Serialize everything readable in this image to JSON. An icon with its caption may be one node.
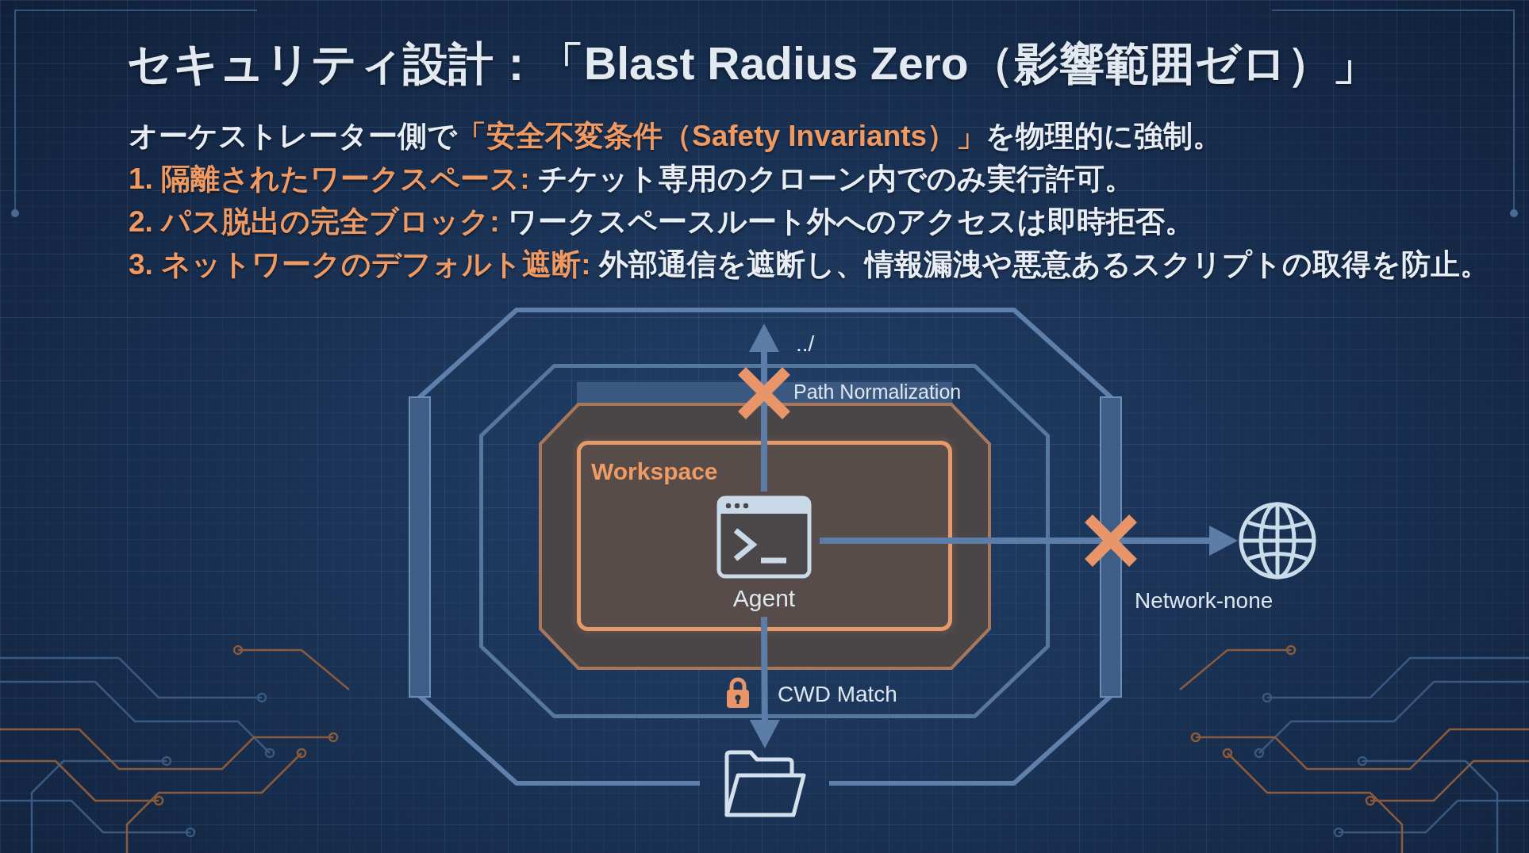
{
  "diagram": {
    "title": "セキュリティ設計：「Blast Radius Zero（影響範囲ゼロ）」",
    "nodes": [
      {
        "text": [],
        "shape": "octagon"
      },
      {
        "text": [],
        "shape": "octagon",
        "in": 0
      },
      {
        "text": [],
        "shape": "octagon",
        "in": 1
      },
      {
        "text": [
          "Workspace"
        ],
        "in": 2
      },
      {
        "text": [
          "Agent"
        ],
        "in": 3
      },
      {
        "text": [],
        "shape": "globe"
      },
      {
        "text": [],
        "shape": "folder"
      }
    ],
    "edges": [
      {
        "from": 4,
        "to": null,
        "arrow": "to",
        "label": "../"
      },
      {
        "from": 4,
        "to": 5,
        "arrow": "to",
        "label": "Network-none"
      },
      {
        "from": 4,
        "to": 6,
        "arrow": "to",
        "label": "CWD Match"
      }
    ],
    "labels": [
      "オーケストレーター側で**「安全不変条件（Safety Invariants）」**を物理的に強制。",
      "**1. 隔離されたワークスペース:** チケット専用のクローン内でのみ実行許可。",
      "**2. パス脱出の完全ブロック:** ワークスペースルート外へのアクセスは即時拒否。",
      "**3. ネットワークのデフォルト遮断:** 外部通信を遮断し、情報漏洩や悪意あるスクリプトの取得を防止。",
      "Path Normalization"
    ]
  }
}
